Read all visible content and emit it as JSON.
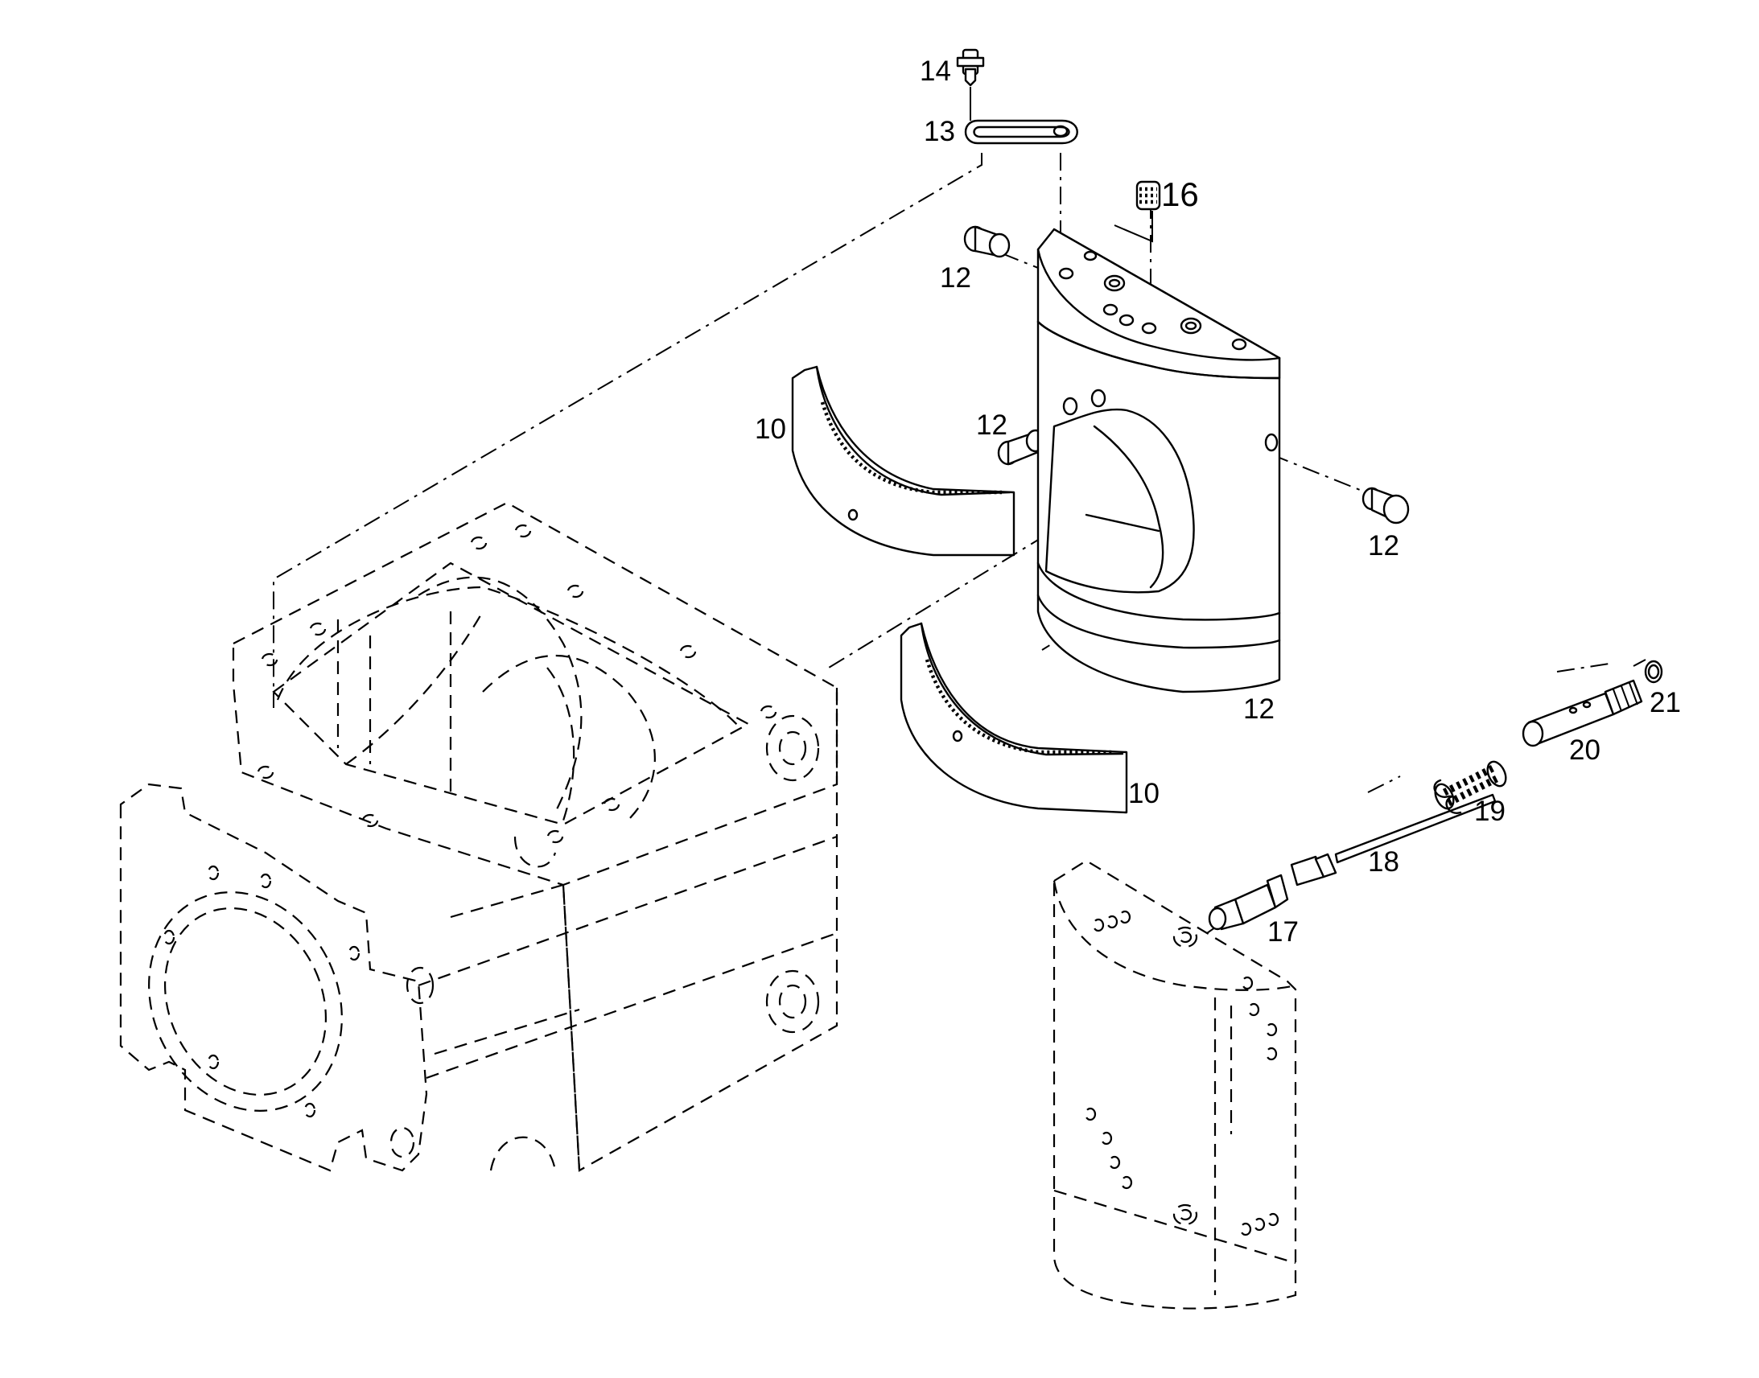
{
  "callouts": {
    "c14": "14",
    "c13": "13",
    "c16": "16",
    "c12_top": "12",
    "c12_mid": "12",
    "c12_right": "12",
    "c12_housing": "12",
    "c10_upper": "10",
    "c10_lower": "10",
    "c21": "21",
    "c20": "20",
    "c19": "19",
    "c18": "18",
    "c17": "17"
  }
}
